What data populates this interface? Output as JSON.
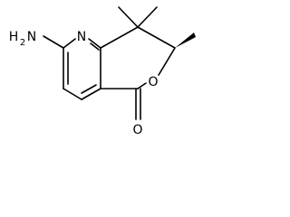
{
  "molecule": {
    "atoms": {
      "amine_n": "N",
      "amine_h": "H",
      "amine_h_count": "2",
      "ring_n": "N",
      "ring_o": "O",
      "carbonyl_o": "O"
    }
  }
}
